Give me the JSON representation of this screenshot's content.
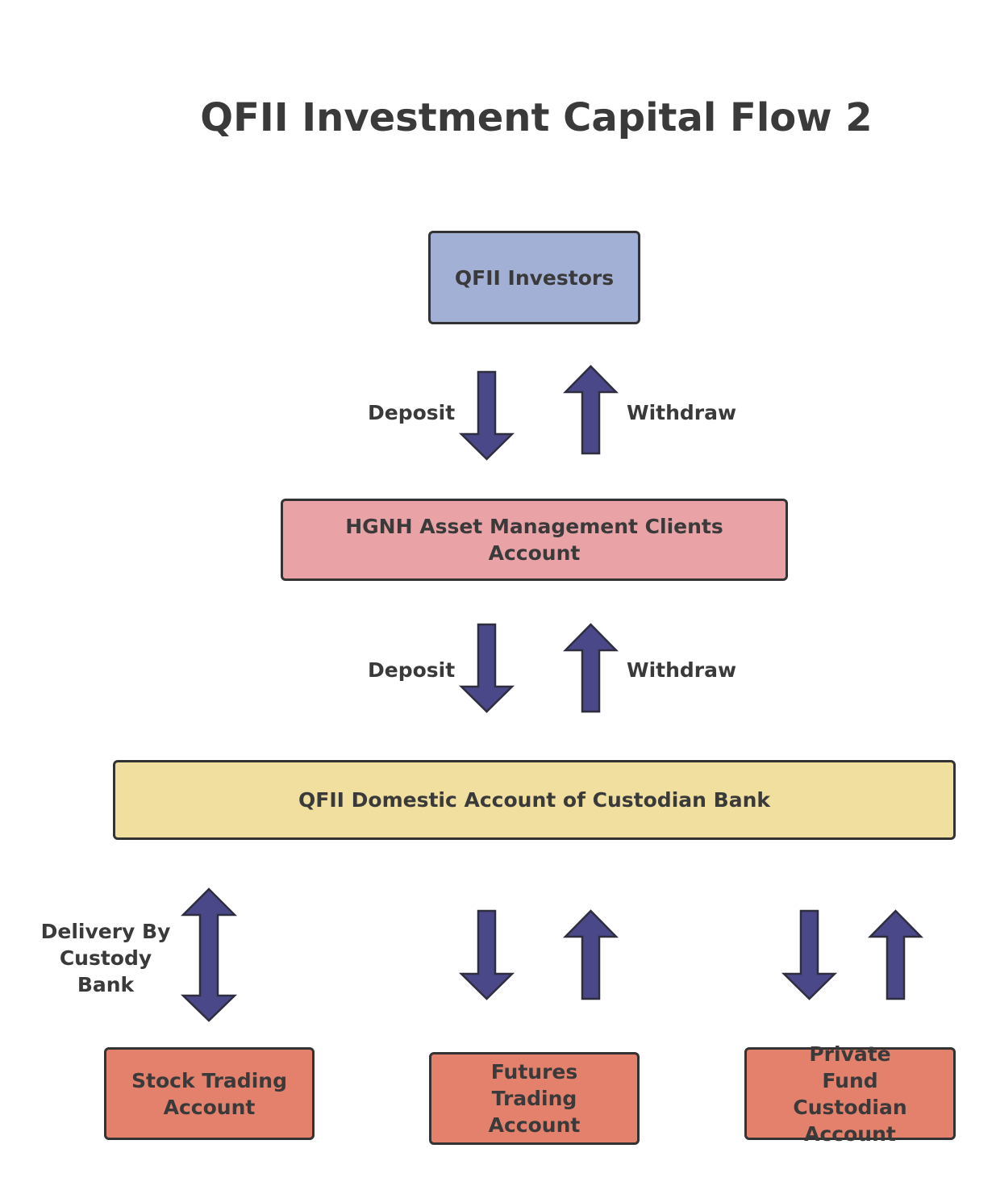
{
  "title": "QFII Investment Capital Flow 2",
  "colors": {
    "investors_fill": "#a3b0d6",
    "hgnh_fill": "#e9a3a7",
    "domestic_fill": "#f0df9e",
    "sub_account_fill": "#e4816d",
    "arrow_fill": "#4a4888",
    "border": "#333333"
  },
  "nodes": {
    "investors": "QFII Investors",
    "hgnh": "HGNH Asset Management Clients Account",
    "domestic": "QFII Domestic Account of Custodian Bank",
    "stock": "Stock Trading Account",
    "futures": "Futures Trading Account",
    "private_fund": "Private Fund Custodian Account"
  },
  "edge_labels": {
    "deposit_1": "Deposit",
    "withdraw_1": "Withdraw",
    "deposit_2": "Deposit",
    "withdraw_2": "Withdraw",
    "delivery": "Delivery By Custody Bank"
  }
}
